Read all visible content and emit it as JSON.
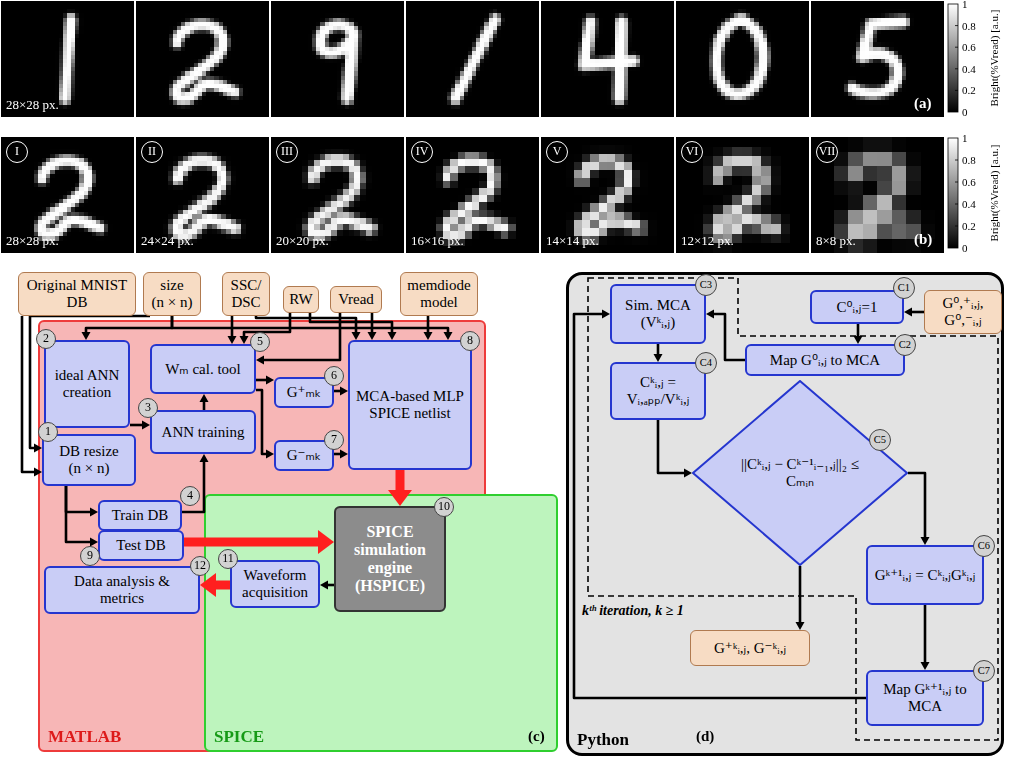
{
  "diagram": {
    "nodes": [
      {
        "text": [
          "Original MNIST DB"
        ]
      },
      {
        "text": [
          "size (n × n)"
        ]
      },
      {
        "text": [
          "SSC/ DSC"
        ]
      },
      {
        "text": [
          "RW"
        ]
      },
      {
        "text": [
          "Vread"
        ]
      },
      {
        "text": [
          "memdiode model"
        ]
      },
      {
        "text": [
          "MATLAB"
        ]
      },
      {
        "text": [
          "ideal ANN creation"
        ],
        "in": 6
      },
      {
        "text": [
          "DB resize (n × n)"
        ],
        "in": 6
      },
      {
        "text": [
          "ANN training"
        ],
        "in": 6
      },
      {
        "text": [
          "Wₘ cal. tool"
        ],
        "in": 6
      },
      {
        "text": [
          "G⁺ₘₖ"
        ],
        "in": 6
      },
      {
        "text": [
          "G⁻ₘₖ"
        ],
        "in": 6
      },
      {
        "text": [
          "MCA-based MLP SPICE netlist"
        ],
        "in": 6
      },
      {
        "text": [
          "Train DB"
        ],
        "in": 6
      },
      {
        "text": [
          "Test DB"
        ],
        "in": 6
      },
      {
        "text": [
          "Data analysis & metrics"
        ],
        "in": 6
      },
      {
        "text": [
          "SPICE"
        ]
      },
      {
        "text": [
          "SPICE simulation engine (HSPICE)"
        ],
        "in": 17
      },
      {
        "text": [
          "Waveform acquisition"
        ],
        "in": 17
      },
      {
        "text": [
          "Python"
        ]
      },
      {
        "text": [
          "Sim. MCA (Vᵏᵢ,ⱼ)"
        ],
        "in": 20
      },
      {
        "text": [
          "C⁰ᵢ,ⱼ=1"
        ],
        "in": 20
      },
      {
        "text": [
          "G⁰,⁺ᵢ,ⱼ, G⁰,⁻ᵢ,ⱼ"
        ],
        "in": 20
      },
      {
        "text": [
          "Map G⁰ᵢ,ⱼ to MCA"
        ],
        "in": 20
      },
      {
        "text": [
          "Cᵏᵢ,ⱼ = Vᵢ,ₐₚₚ/Vᵏᵢ,ⱼ"
        ],
        "in": 20
      },
      {
        "text": [
          "||Cᵏᵢ,ⱼ − Cᵏ⁻¹ᵢ₋₁,ⱼ||₂ ≤ Cₘᵢₙ"
        ],
        "in": 20
      },
      {
        "text": [
          "Gᵏ⁺¹ᵢ,ⱼ = Cᵏᵢ,ⱼGᵏᵢ,ⱼ"
        ],
        "in": 20
      },
      {
        "text": [
          "G⁺ᵏᵢ,ⱼ, G⁻ᵏᵢ,ⱼ"
        ],
        "in": 20
      },
      {
        "text": [
          "Map Gᵏ⁺¹ᵢ,ⱼ to MCA"
        ],
        "in": 20
      }
    ],
    "edges": [
      {
        "from": 0,
        "to": 8,
        "arrow": "to"
      },
      {
        "from": 1,
        "to": 7,
        "arrow": "to"
      },
      {
        "from": 1,
        "to": 8,
        "arrow": "to"
      },
      {
        "from": 1,
        "to": 13,
        "arrow": "to"
      },
      {
        "from": 2,
        "to": 10,
        "arrow": "to"
      },
      {
        "from": 2,
        "to": 13,
        "arrow": "to"
      },
      {
        "from": 3,
        "to": 10,
        "arrow": "to"
      },
      {
        "from": 3,
        "to": 13,
        "arrow": "to"
      },
      {
        "from": 4,
        "to": 10,
        "arrow": "to"
      },
      {
        "from": 4,
        "to": 13,
        "arrow": "to"
      },
      {
        "from": 5,
        "to": 13,
        "arrow": "to"
      },
      {
        "from": 7,
        "to": 9,
        "arrow": "to"
      },
      {
        "from": 8,
        "to": 14,
        "arrow": "to"
      },
      {
        "from": 8,
        "to": 15,
        "arrow": "to"
      },
      {
        "from": 14,
        "to": 9,
        "arrow": "to"
      },
      {
        "from": 9,
        "to": 10,
        "arrow": "to"
      },
      {
        "from": 10,
        "to": 11,
        "arrow": "to"
      },
      {
        "from": 10,
        "to": 12,
        "arrow": "to"
      },
      {
        "from": 11,
        "to": 13,
        "arrow": "to"
      },
      {
        "from": 12,
        "to": 13,
        "arrow": "to"
      },
      {
        "from": 13,
        "to": 18,
        "arrow": "to"
      },
      {
        "from": 15,
        "to": 18,
        "arrow": "to"
      },
      {
        "from": 18,
        "to": 19,
        "arrow": "to"
      },
      {
        "from": 19,
        "to": 16,
        "arrow": "to"
      },
      {
        "from": 23,
        "to": 22,
        "arrow": "to"
      },
      {
        "from": 22,
        "to": 24,
        "arrow": "to"
      },
      {
        "from": 24,
        "to": 21,
        "arrow": "to"
      },
      {
        "from": 21,
        "to": 25,
        "arrow": "to"
      },
      {
        "from": 25,
        "to": 26,
        "arrow": "to"
      },
      {
        "from": 26,
        "to": 27,
        "arrow": "to"
      },
      {
        "from": 26,
        "to": 28,
        "arrow": "to"
      },
      {
        "from": 27,
        "to": 29,
        "arrow": "to"
      },
      {
        "from": 29,
        "to": 21,
        "arrow": "to"
      }
    ],
    "labels": [
      "28×28 px.",
      "(a)",
      "1",
      "0.8",
      "0.6",
      "0.4",
      "0.2",
      "0",
      "Bright(%Vread) [a.u.]",
      "I",
      "II",
      "III",
      "IV",
      "V",
      "VI",
      "VII",
      "28×28 px.",
      "24×24 px.",
      "20×20 px.",
      "16×16 px.",
      "14×14 px.",
      "12×12 px.",
      "8×8 px.",
      "(b)",
      "1",
      "0.8",
      "0.6",
      "0.4",
      "0.2",
      "0",
      "Bright(%Vread) [a.u.]",
      "1",
      "2",
      "3",
      "4",
      "5",
      "6",
      "7",
      "8",
      "9",
      "10",
      "11",
      "12",
      "(c)",
      "C1",
      "C2",
      "C3",
      "C4",
      "C5",
      "C6",
      "C7",
      "kᵗʰ iteration, k ≥ 1",
      "(d)"
    ]
  }
}
